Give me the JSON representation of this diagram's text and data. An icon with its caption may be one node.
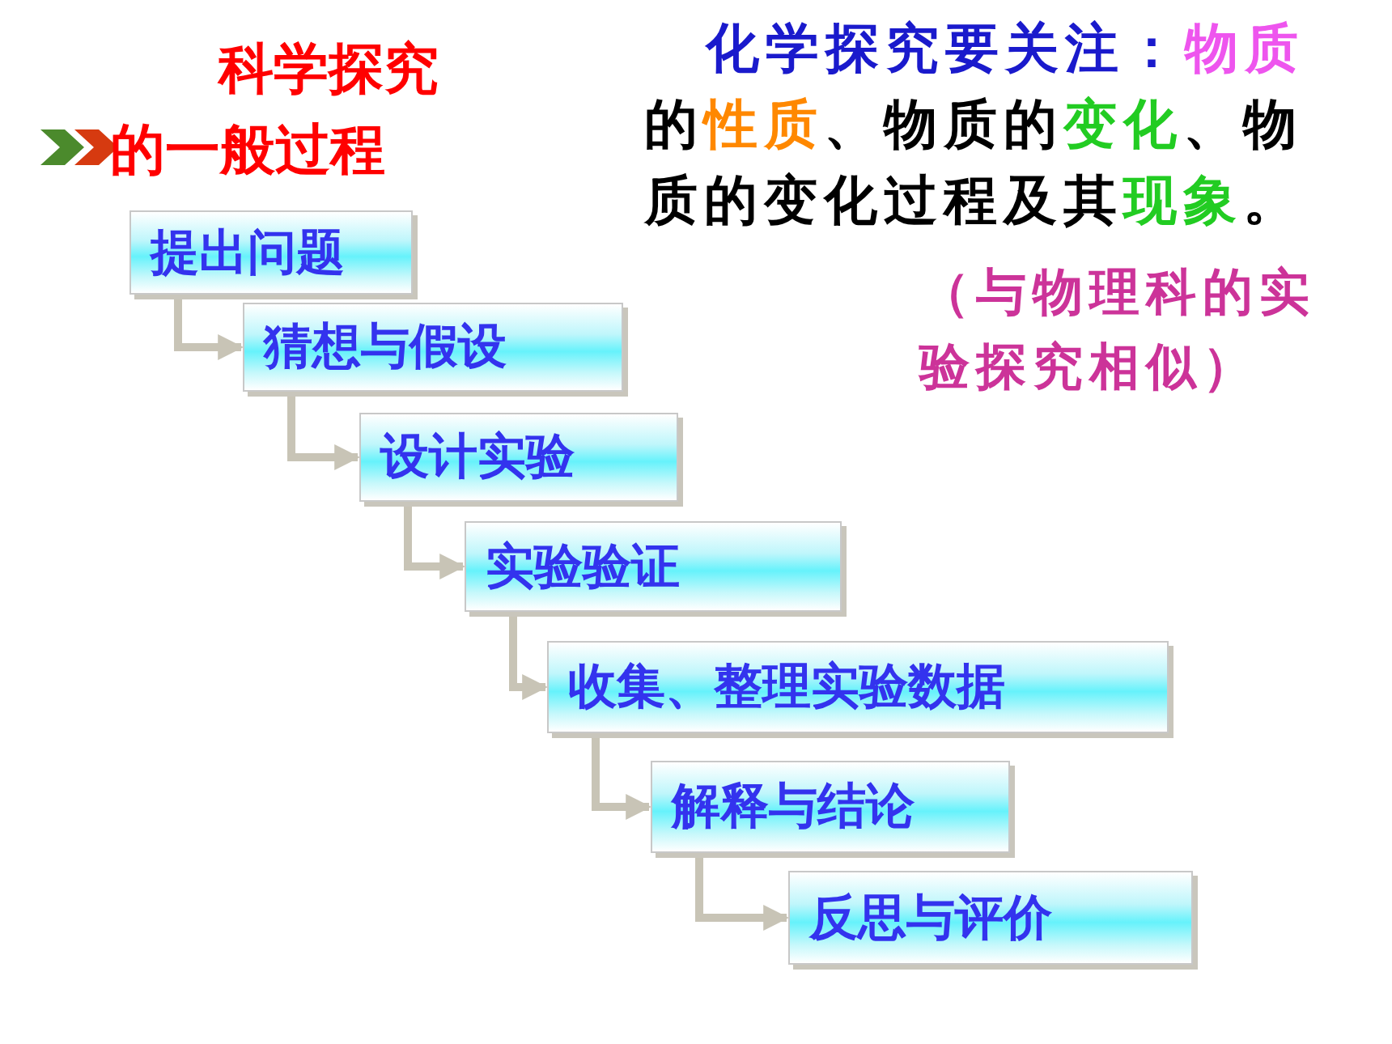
{
  "diagram": {
    "title": "科学探究的一般过程",
    "nodes": [
      {
        "text": [
          "提出问题"
        ]
      },
      {
        "text": [
          "猜想与假设"
        ]
      },
      {
        "text": [
          "设计实验"
        ]
      },
      {
        "text": [
          "实验验证"
        ]
      },
      {
        "text": [
          "收集、整理实验数据"
        ]
      },
      {
        "text": [
          "解释与结论"
        ]
      },
      {
        "text": [
          "反思与评价"
        ]
      }
    ],
    "edges": [
      {
        "from": 0,
        "to": 1,
        "arrow": "to"
      },
      {
        "from": 1,
        "to": 2,
        "arrow": "to"
      },
      {
        "from": 2,
        "to": 3,
        "arrow": "to"
      },
      {
        "from": 3,
        "to": 4,
        "arrow": "to"
      },
      {
        "from": 4,
        "to": 5,
        "arrow": "to"
      },
      {
        "from": 5,
        "to": 6,
        "arrow": "to"
      }
    ],
    "labels": [
      "化学探究要关注：",
      "**物质**的**性质**、物质的**变化**、物质的变化过程及其**现象**。",
      "（与物理科的实验探究相似）"
    ]
  }
}
